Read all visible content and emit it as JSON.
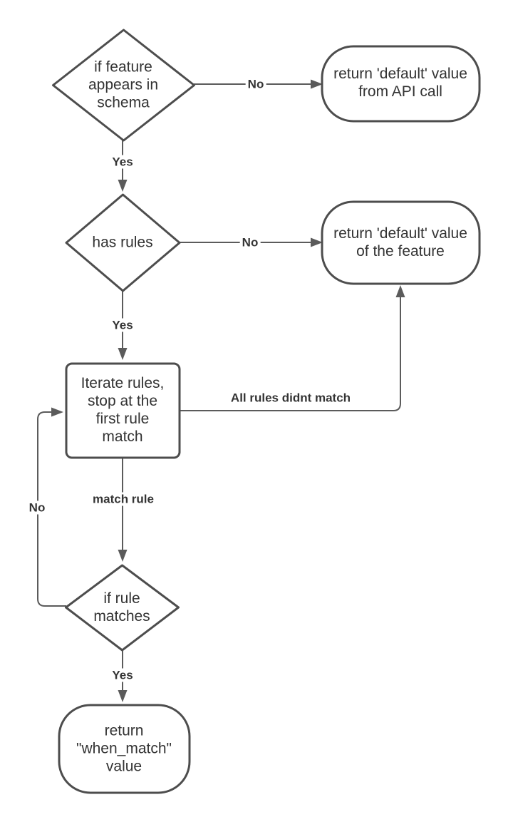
{
  "diagram": {
    "type": "flowchart",
    "colors": {
      "background": "#ffffff",
      "shape_fill": "#ffffff",
      "shape_stroke": "#4d4d4d",
      "connector_stroke": "#5b5b5b",
      "node_text": "#333333",
      "edge_label_text": "#343434"
    },
    "nodes": {
      "decision_feature": {
        "shape": "diamond",
        "text": "if feature\nappears in\nschema"
      },
      "terminal_api_default": {
        "shape": "rounded-rect",
        "text": "return 'default' value\nfrom API call"
      },
      "decision_has_rules": {
        "shape": "diamond",
        "text": "has rules"
      },
      "terminal_feature_default": {
        "shape": "rounded-rect",
        "text": "return 'default' value\nof the feature"
      },
      "process_iterate_rules": {
        "shape": "rect",
        "text": "Iterate rules,\nstop at the\nfirst rule\nmatch"
      },
      "decision_rule_matches": {
        "shape": "diamond",
        "text": "if rule\nmatches"
      },
      "terminal_when_match": {
        "shape": "rounded-rect",
        "text": "return\n\"when_match\"\nvalue"
      }
    },
    "edges": {
      "feature_no": {
        "from": "decision_feature",
        "to": "terminal_api_default",
        "label": "No"
      },
      "feature_yes": {
        "from": "decision_feature",
        "to": "decision_has_rules",
        "label": "Yes"
      },
      "rules_no": {
        "from": "decision_has_rules",
        "to": "terminal_feature_default",
        "label": "No"
      },
      "rules_yes": {
        "from": "decision_has_rules",
        "to": "process_iterate_rules",
        "label": "Yes"
      },
      "all_rules_didnt_match": {
        "from": "process_iterate_rules",
        "to": "terminal_feature_default",
        "label": "All rules didnt match"
      },
      "match_rule": {
        "from": "process_iterate_rules",
        "to": "decision_rule_matches",
        "label": "match rule"
      },
      "rule_no": {
        "from": "decision_rule_matches",
        "to": "process_iterate_rules",
        "label": "No"
      },
      "rule_yes": {
        "from": "decision_rule_matches",
        "to": "terminal_when_match",
        "label": "Yes"
      }
    }
  }
}
